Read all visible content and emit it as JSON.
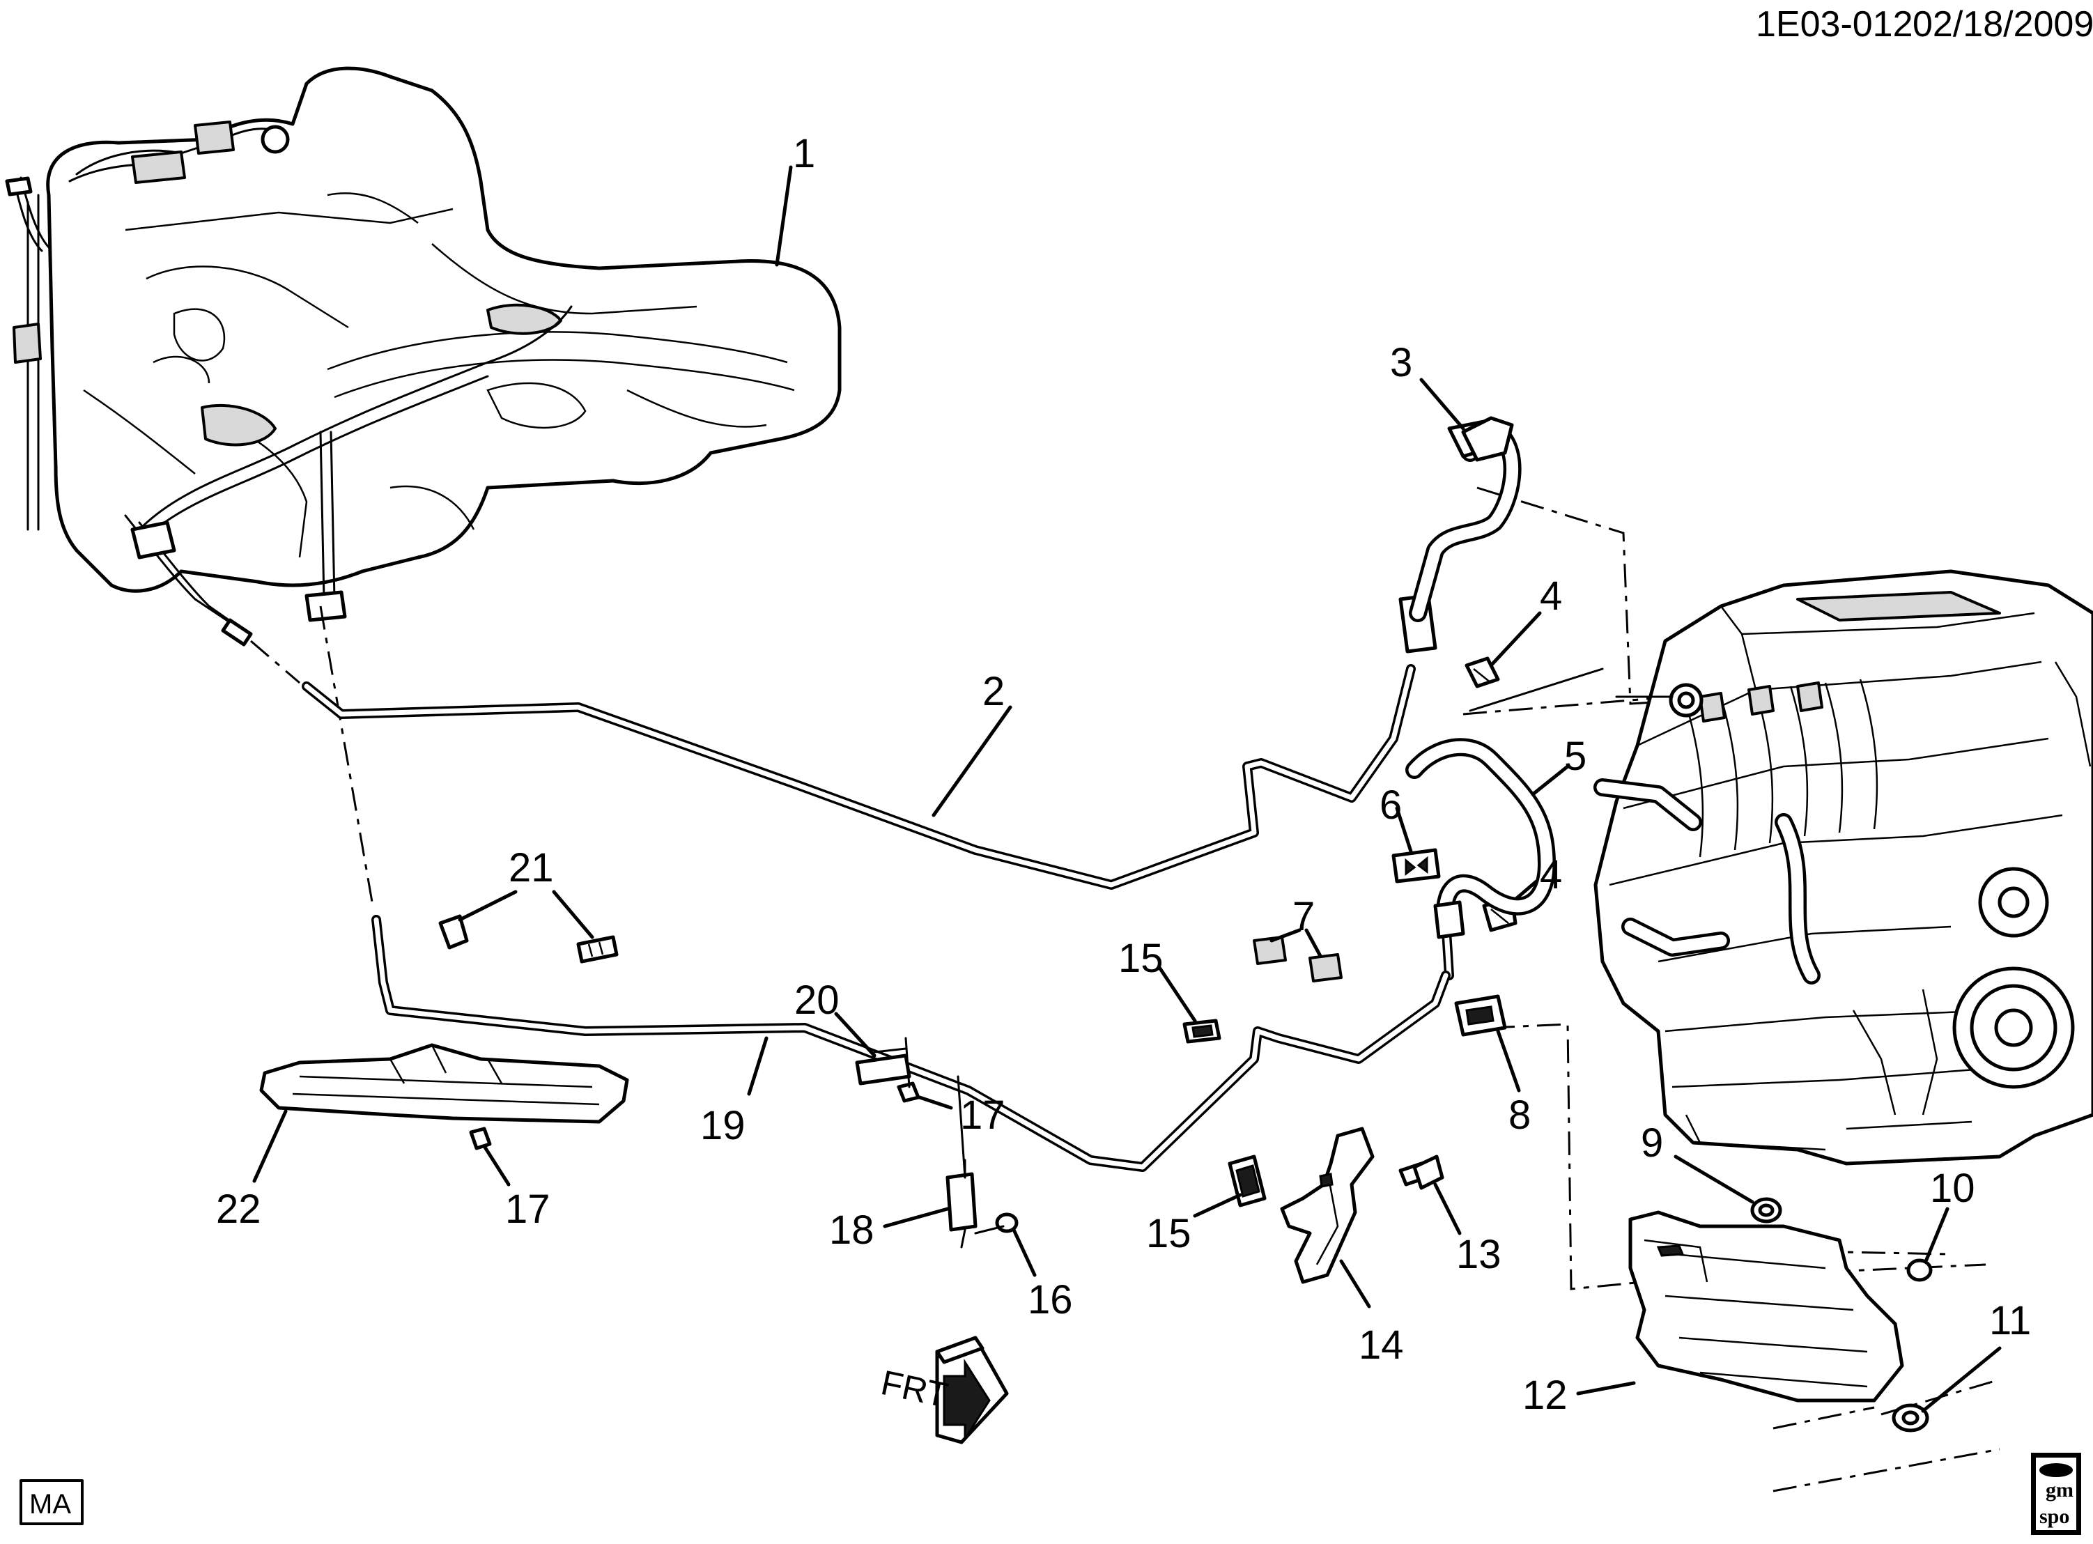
{
  "header": {
    "diagram_id": "1E03-012",
    "date": "02/18/2009"
  },
  "callouts": [
    "1",
    "2",
    "3",
    "4",
    "4",
    "5",
    "6",
    "7",
    "8",
    "9",
    "10",
    "11",
    "12",
    "13",
    "14",
    "15",
    "15",
    "16",
    "17",
    "17",
    "18",
    "19",
    "20",
    "21",
    "22"
  ],
  "orientation_label": "FRT",
  "badge_label": "MA",
  "logo_text": [
    "gm",
    "spo"
  ]
}
